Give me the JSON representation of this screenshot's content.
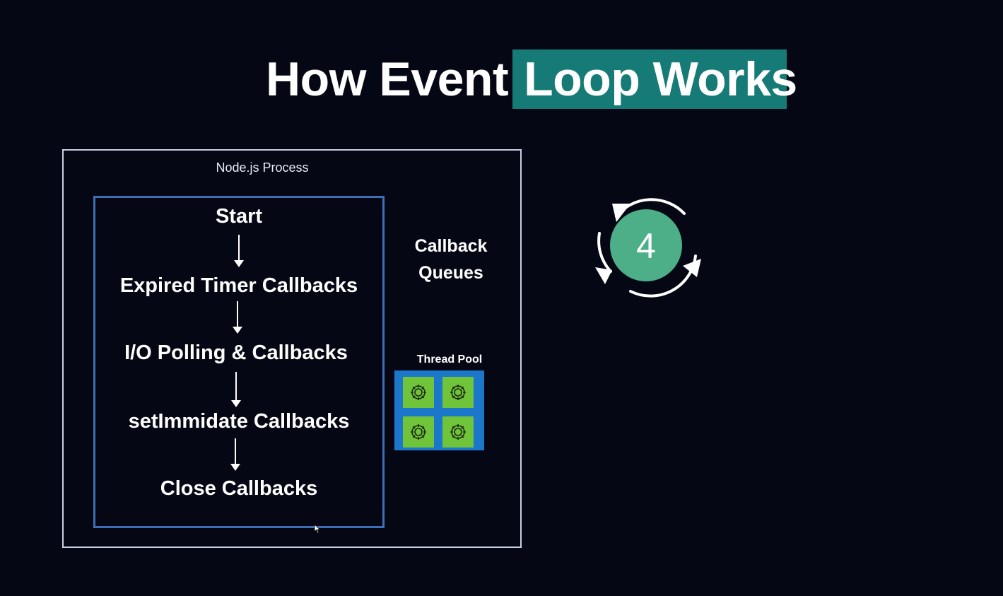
{
  "title": {
    "prefix": "How Event",
    "highlight": "Loop Works",
    "highlight_color": "#167b77"
  },
  "diagram": {
    "process_label": "Node.js Process",
    "phases": [
      "Start",
      "Expired Timer Callbacks",
      "I/O Polling & Callbacks",
      "setImmidate Callbacks",
      "Close Callbacks"
    ],
    "callback_queues_label": "Callback\nQueues",
    "thread_pool_label": "Thread Pool",
    "thread_pool_icons": [
      "gear-icon",
      "gear-icon",
      "gear-icon",
      "gear-icon"
    ]
  },
  "step_indicator": {
    "number": "4",
    "circle_color": "#4caf87",
    "icon": "cycle-arrows-icon"
  },
  "colors": {
    "background": "#050714",
    "process_border": "#c9cfe6",
    "loop_border": "#3e6fb6",
    "pool_background": "#1a77c9",
    "gear_background": "#6fc43a"
  }
}
